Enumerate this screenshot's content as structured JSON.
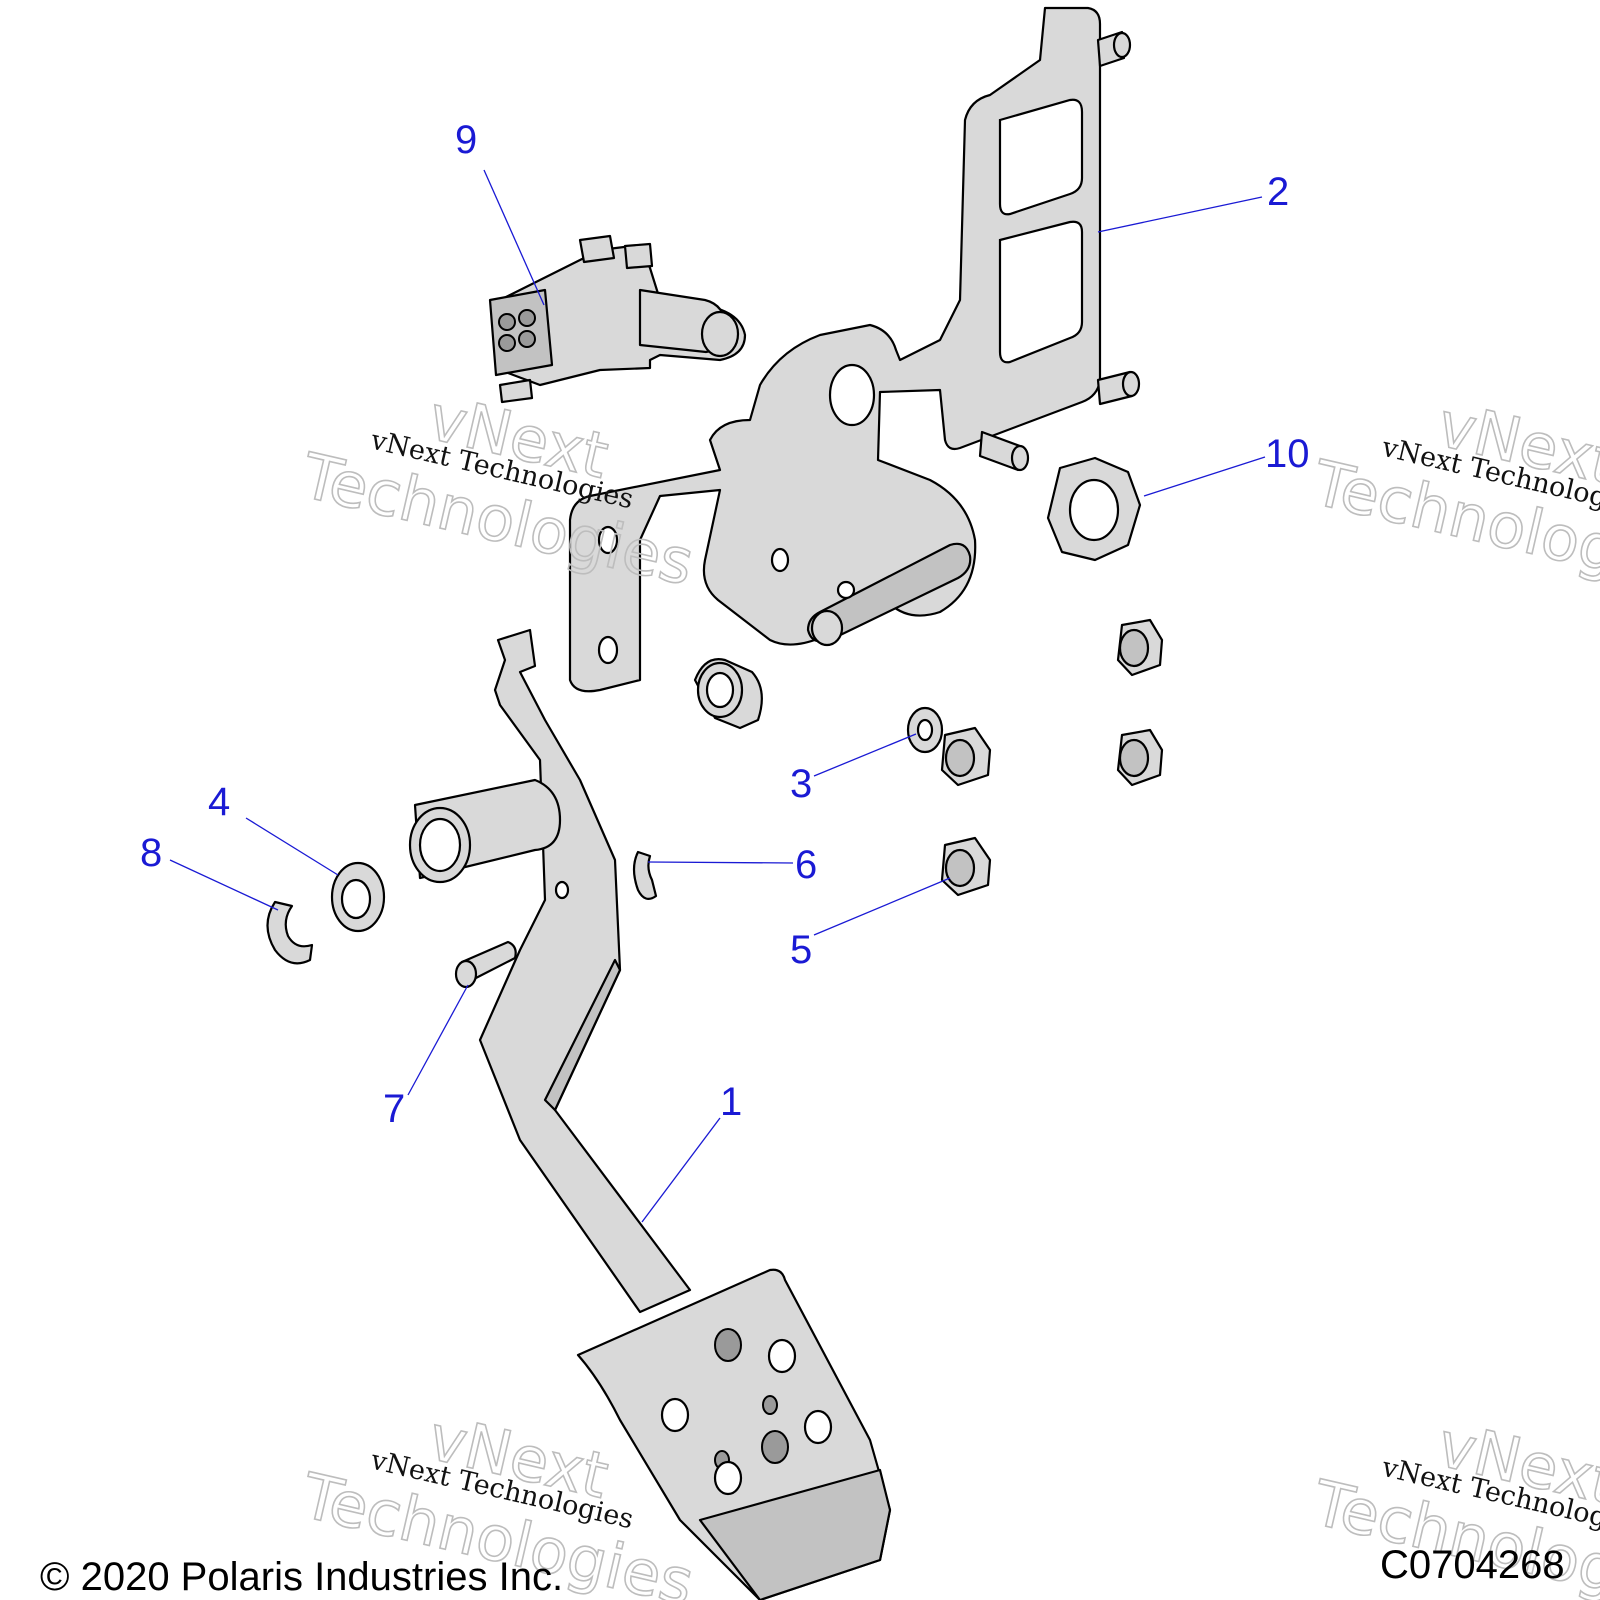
{
  "diagram": {
    "callouts": [
      {
        "id": "1",
        "label": "1"
      },
      {
        "id": "2",
        "label": "2"
      },
      {
        "id": "3",
        "label": "3"
      },
      {
        "id": "4",
        "label": "4"
      },
      {
        "id": "5",
        "label": "5"
      },
      {
        "id": "6",
        "label": "6"
      },
      {
        "id": "7",
        "label": "7"
      },
      {
        "id": "8",
        "label": "8"
      },
      {
        "id": "9",
        "label": "9"
      },
      {
        "id": "10",
        "label": "10"
      }
    ],
    "callout_color": "#1a1ad4"
  },
  "watermark": {
    "line_small": "vNext Technologies",
    "line_big_1": "vNext",
    "line_big_2": "Technologies"
  },
  "footer": {
    "copyright": "© 2020 Polaris Industries Inc.",
    "figure_code": "C0704268"
  }
}
